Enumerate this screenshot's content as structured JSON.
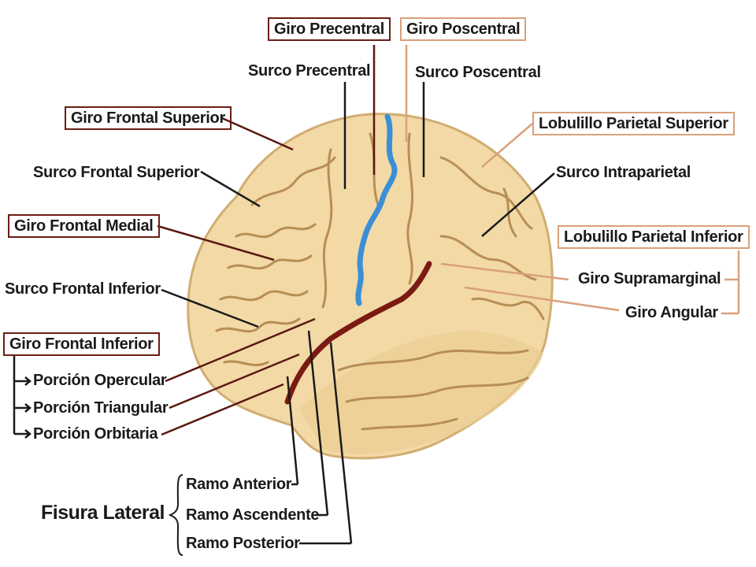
{
  "labels": {
    "giro_precentral": "Giro Precentral",
    "giro_poscentral": "Giro Poscentral",
    "surco_precentral": "Surco Precentral",
    "surco_poscentral": "Surco Poscentral",
    "giro_frontal_superior": "Giro Frontal Superior",
    "surco_frontal_superior": "Surco Frontal Superior",
    "giro_frontal_medial": "Giro Frontal Medial",
    "surco_frontal_inferior": "Surco Frontal Inferior",
    "giro_frontal_inferior": "Giro Frontal Inferior",
    "porcion_opercular": "Porción Opercular",
    "porcion_triangular": "Porción Triangular",
    "porcion_orbitaria": "Porción Orbitaria",
    "lobulillo_parietal_superior": "Lobulillo Parietal Superior",
    "surco_intraparietal": "Surco Intraparietal",
    "lobulillo_parietal_inferior": "Lobulillo Parietal Inferior",
    "giro_supramarginal": "Giro Supramarginal",
    "giro_angular": "Giro Angular",
    "fisura_lateral": "Fisura Lateral",
    "ramo_anterior": "Ramo Anterior",
    "ramo_ascendente": "Ramo Ascendente",
    "ramo_posterior": "Ramo Posterior"
  },
  "colors": {
    "brain_fill": "#f2d9a6",
    "brain_shadow": "#d8b57c",
    "gyrus_line": "#b88e55",
    "central_sulcus": "#3a8fd6",
    "lateral_fissure": "#7a1a12",
    "frame_red": "#6b1d14",
    "frame_orange": "#d9a07a",
    "leader_dark": "#1a1a1a",
    "leader_red": "#5a1810",
    "leader_orange": "#d9a07a"
  }
}
